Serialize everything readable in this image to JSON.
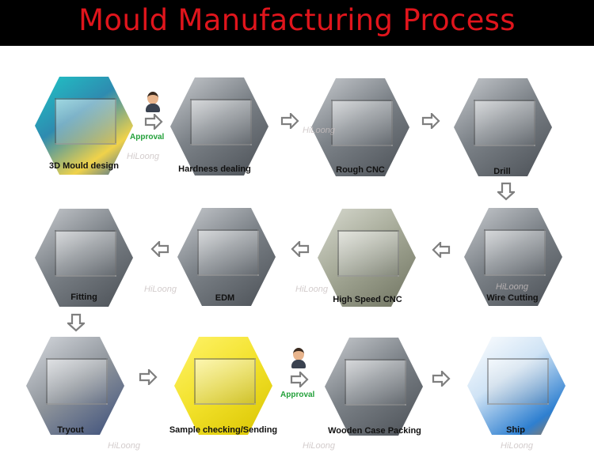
{
  "title": "Mould Manufacturing Process",
  "approval_label": "Approval",
  "watermark": "HiLoong",
  "steps": [
    {
      "label": "3D Mould design"
    },
    {
      "label": "Hardness dealing"
    },
    {
      "label": "Rough CNC"
    },
    {
      "label": "Drill"
    },
    {
      "label": "Wire Cutting"
    },
    {
      "label": "High Speed CNC"
    },
    {
      "label": "EDM"
    },
    {
      "label": "Fitting"
    },
    {
      "label": "Tryout"
    },
    {
      "label": "Sample checking/Sending"
    },
    {
      "label": "Wooden Case Packing"
    },
    {
      "label": "Ship"
    }
  ],
  "icons": [
    "arrow-right-icon",
    "arrow-left-icon",
    "arrow-down-icon",
    "person-icon"
  ]
}
